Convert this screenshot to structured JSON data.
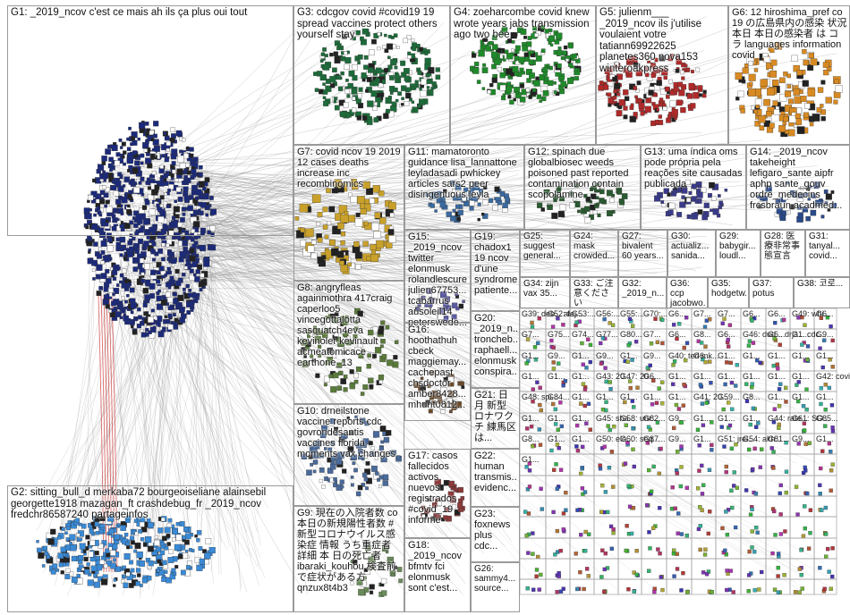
{
  "groups": [
    {
      "id": "G1",
      "label": "G1: _2019_ncov c'est ce mais ah ils ça plus oui tout",
      "color": "#1c2a7a"
    },
    {
      "id": "G2",
      "label": "G2: sitting_bull_d merkaba72 bourgeoiseliane alainsebil georgette1918 mazagan_ft crashdebug_fr _2019_ncov fredchr86587240 partageinfos",
      "color": "#3a8ad6"
    },
    {
      "id": "G3",
      "label": "G3: cdcgov covid #covid19 19 spread vaccines protect others yourself stay",
      "color": "#1d6b3a"
    },
    {
      "id": "G4",
      "label": "G4: zoeharcombe covid knew wrote years jabs transmission ago two bee",
      "color": "#1f8a2a"
    },
    {
      "id": "G5",
      "label": "G5: julienm___ _2019_ncov ils j'utilise voulaient votre tatiann69922625 planetes360 nova153 winteroakpress",
      "color": "#b02a2a"
    },
    {
      "id": "G6",
      "label": "G6: 12 hiroshima_pref co 19 の広島県内の感染 状況 本日 本日の感染者 は コラ languages information covid",
      "color": "#d88a22"
    },
    {
      "id": "G7",
      "label": "G7: covid ncov 19 2019 12 cases deaths increase inc recombinomics",
      "color": "#c9a12a"
    },
    {
      "id": "G8",
      "label": "G8: angryfleas againmothra 417craig caperloo5 vincegottalotta sasquatch4eva kevinoler kevinault acmeatomicace earthone_13",
      "color": "#5a7a3a"
    },
    {
      "id": "G9",
      "label": "G9: 現在の入院者数 co 本日の新規陽性者数 # 新型コロナウイルス感染症 情報 うち重症者 詳細 本 日の死亡者 ibaraki_kouhou 検査前 で症状がある方 qnzux8t4b3",
      "color": "#6a8a5a"
    },
    {
      "id": "G10",
      "label": "G10: drneilstone vaccine reports cdc govrondesantis vaccines florida moments vax changes",
      "color": "#4a6a9a"
    },
    {
      "id": "G11",
      "label": "G11: mamatoronto guidance lisa_lannattone leyladasadi pwhickey articles sars2 peer disingenuous leyla",
      "color": "#3a6aa0"
    },
    {
      "id": "G12",
      "label": "G12: spinach due globalbiosec weeds poisoned past reported contamination contain scopolamine",
      "color": "#2a5a30"
    },
    {
      "id": "G13",
      "label": "G13: uma índica oms pode própria pela reações site causadas publicada",
      "color": "#3a3a8a"
    },
    {
      "id": "G14",
      "label": "G14: _2019_ncov takeheight lefigaro_sante aipfr aphp sante_gouv ordre_medecins frcsbraun acadmed...",
      "color": "#2a4a8a"
    },
    {
      "id": "G15",
      "label": "G15: _2019_ncov twitter elonmusk rolandlescure julien67753... tcabarrus ausoleil14 peterswede...",
      "color": "#5a5aa0"
    },
    {
      "id": "G16",
      "label": "G16: hoothathuh cbeck maggiemay... cachepast chsdoctor amber8428... mhunt0812...",
      "color": "#6a4a2a"
    },
    {
      "id": "G17",
      "label": "G17: casos fallecidos activos nuevos registrados #covid_19 informe",
      "color": "#8a3a3a"
    },
    {
      "id": "G18",
      "label": "G18: _2019_ncov bfmtv fci elonmusk sont c'est...",
      "color": "#3a3a3a"
    },
    {
      "id": "G19",
      "label": "G19: chadox1 19 ncov d'une syndrome patiente...",
      "color": "#5a6a3a"
    },
    {
      "id": "G20",
      "label": "G20: _2019_n... troncheb... raphaell... elonmusk conspira...",
      "color": "#4a4a6a"
    },
    {
      "id": "G21",
      "label": "G21: 日 月 新型 ロナワクチ 練馬区は...",
      "color": "#7a5a2a"
    },
    {
      "id": "G22",
      "label": "G22: human transmis... evidenc...",
      "color": "#5a3a6a"
    },
    {
      "id": "G23",
      "label": "G23: foxnews plus cdc...",
      "color": "#8a5a3a"
    },
    {
      "id": "G24",
      "label": "G24: mask crowded...",
      "color": "#3a6a6a"
    },
    {
      "id": "G25",
      "label": "G25: suggest general...",
      "color": "#6a6a3a"
    },
    {
      "id": "G26",
      "label": "G26: sammy4... source...",
      "color": "#4a6a4a"
    },
    {
      "id": "G27",
      "label": "G27: bivalent 60 years...",
      "color": "#6a4a6a"
    },
    {
      "id": "G28",
      "label": "G28: 医 療非常事 態宣言",
      "color": "#8a6a2a"
    },
    {
      "id": "G29",
      "label": "G29: babygir... loudl...",
      "color": "#a04a4a"
    },
    {
      "id": "G30",
      "label": "G30: actualiz... sanida...",
      "color": "#5a4a8a"
    },
    {
      "id": "G31",
      "label": "G31: tanyal... covid...",
      "color": "#4a7a8a"
    },
    {
      "id": "G32",
      "label": "G32: _2019_n...",
      "color": "#6a7a4a"
    },
    {
      "id": "G33",
      "label": "G33: ご注 意ください",
      "color": "#8a4a7a"
    },
    {
      "id": "G34",
      "label": "G34: zijn vax 35...",
      "color": "#3a5a7a"
    },
    {
      "id": "G35",
      "label": "G35: hodgetw...",
      "color": "#7a7a3a"
    },
    {
      "id": "G36",
      "label": "G36: ccp jacobwo...",
      "color": "#5a3a3a"
    },
    {
      "id": "G37",
      "label": "G37: potus",
      "color": "#3a4a6a"
    },
    {
      "id": "G38",
      "label": "G38: 코로...",
      "color": "#6a5a4a"
    }
  ],
  "grid_labels": [
    "G39: deb... alej...",
    "G52: f...",
    "G53:...",
    "G56:...",
    "G55:...",
    "G70:...",
    "G6...",
    "G7...",
    "G7...",
    "G6...",
    "G6...",
    "G49: whi...",
    "G6...",
    "G7...",
    "G75...",
    "G74...",
    "G77...",
    "G80...",
    "G7...",
    "G6...",
    "G8...",
    "G6...",
    "G46: dud... drja... cdc...",
    "G6...",
    "G1...",
    "G9...",
    "G1...",
    "G9...",
    "G1...",
    "G9...",
    "G1...",
    "G9...",
    "G40: ted mk...",
    "G6...",
    "G1...",
    "G1...",
    "G1...",
    "G1...",
    "G1...",
    "G1...",
    "G1...",
    "G1...",
    "G43: 20...",
    "G47: 20...",
    "G6...",
    "G1...",
    "G1...",
    "G1...",
    "G1...",
    "G1...",
    "G1...",
    "G42: covi...",
    "G48: spi...",
    "G84...",
    "G1...",
    "G1...",
    "G1...",
    "G1...",
    "G1...",
    "G41: 20...",
    "G59...",
    "G8...",
    "G1...",
    "G1...",
    "G1...",
    "G1...",
    "G1...",
    "G1...",
    "G45: sha...",
    "G58: unr...",
    "G82...",
    "G9...",
    "G1...",
    "G1...",
    "G1...",
    "G44: rate...",
    "G61: SO...",
    "G85...",
    "G8...",
    "G1...",
    "G1...",
    "G50: elo...",
    "G60: seq...",
    "G87...",
    "G9...",
    "G1...",
    "G51: jrei...",
    "G54: akh...",
    "G81...",
    "G9...",
    "G1...",
    "G1..."
  ]
}
